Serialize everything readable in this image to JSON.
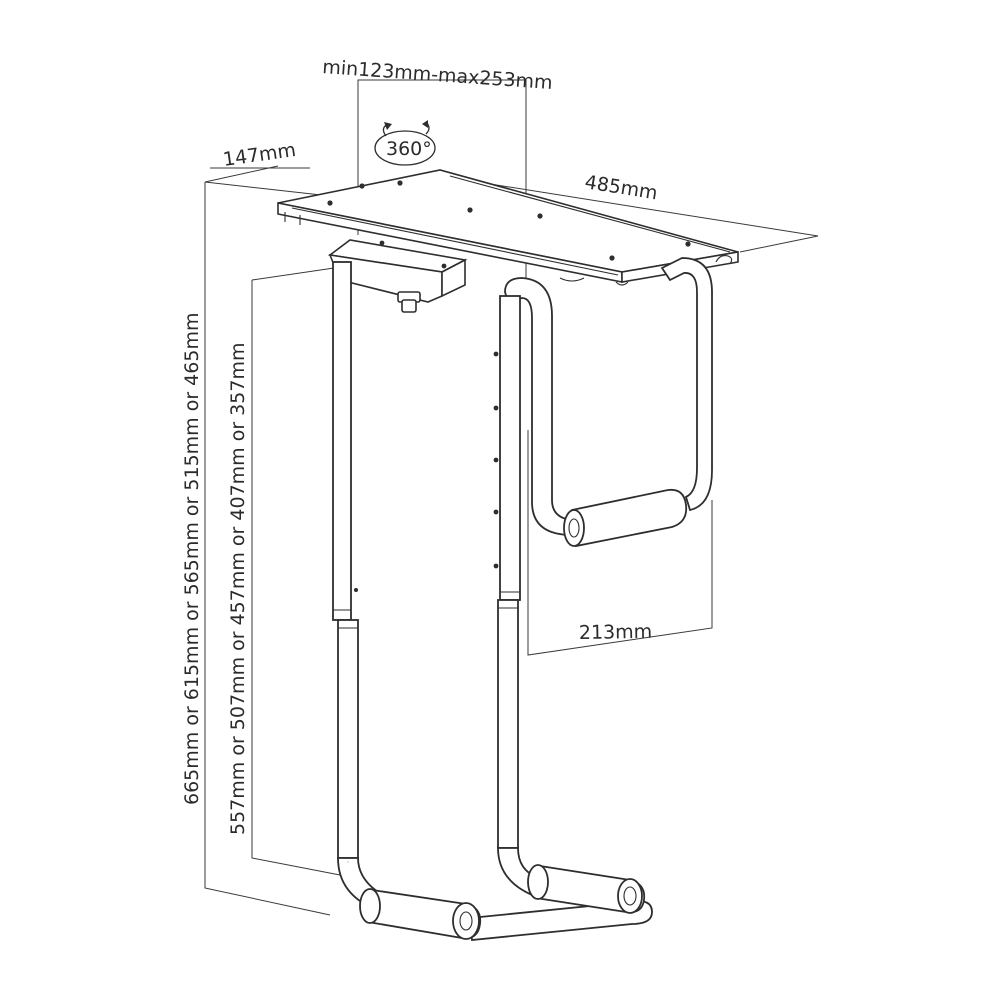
{
  "dimensions": {
    "clamp_width": "min123mm-max253mm",
    "rotation": "360°",
    "depth_top": "147mm",
    "length_top": "485mm",
    "inner_width": "213mm",
    "outer_height": "665mm or 615mm or 565mm or 515mm or 465mm",
    "inner_height": "557mm or 507mm or 457mm or 407mm or 357mm"
  },
  "icons": {
    "rotation": "rotate-360-icon"
  }
}
